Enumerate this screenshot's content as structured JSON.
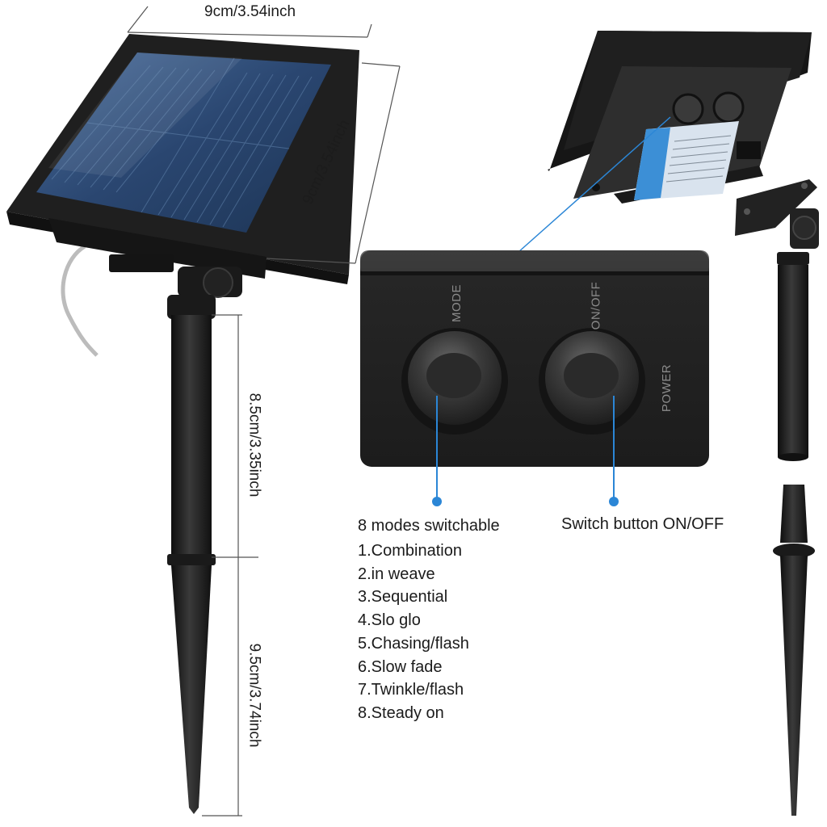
{
  "dimensions": {
    "panel_width": "9cm/3.54inch",
    "panel_height": "9cm/3.54inch",
    "stake_upper": "8.5cm/3.35inch",
    "stake_lower": "9.5cm/3.74inch"
  },
  "control_box": {
    "mode_label": "MODE",
    "onoff_label": "ON/OFF",
    "power_label": "POWER"
  },
  "captions": {
    "modes_title": "8 modes switchable",
    "switch_button": "Switch button ON/OFF"
  },
  "modes": [
    "1.Combination",
    "2.in weave",
    "3.Sequential",
    "4.Slo glo",
    "5.Chasing/flash",
    "6.Slow fade",
    "7.Twinkle/flash",
    "8.Steady on"
  ],
  "colors": {
    "callout": "#2b86d6",
    "device": "#1b1b1b",
    "solar_cell": "#2b4a72"
  }
}
